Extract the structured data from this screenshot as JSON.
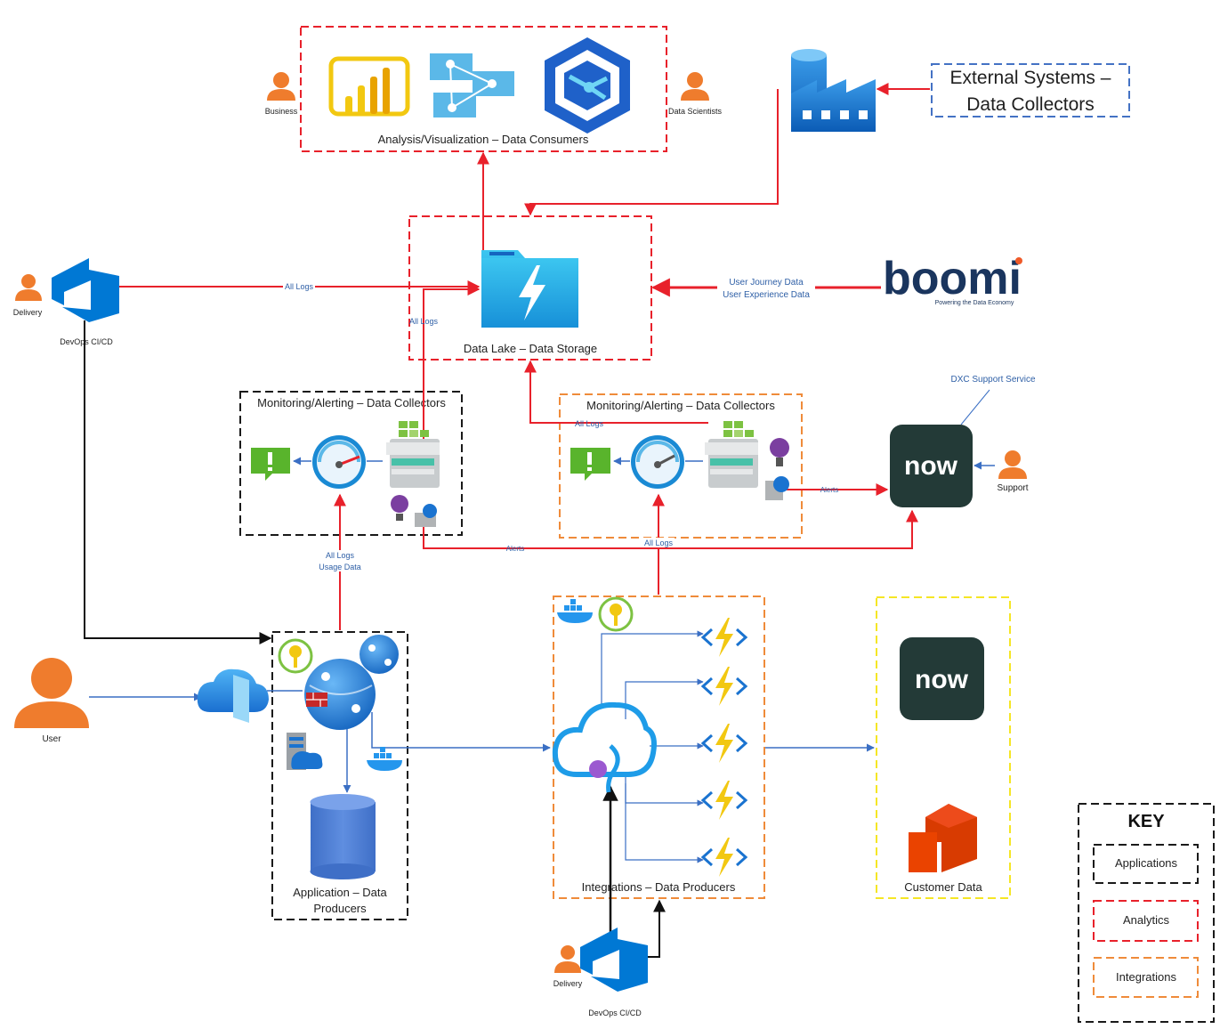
{
  "groups": {
    "analysis": "Analysis/Visualization – Data Consumers",
    "datalake": "Data Lake – Data Storage",
    "monitoring_left": "Monitoring/Alerting – Data Collectors",
    "monitoring_right": "Monitoring/Alerting – Data Collectors",
    "application_line1": "Application – Data",
    "application_line2": "Producers",
    "integrations": "Integrations – Data Producers",
    "customer_data": "Customer Data",
    "external_line1": "External Systems –",
    "external_line2": "Data Collectors"
  },
  "actors": {
    "business": "Business",
    "data_scientists": "Data Scientists",
    "delivery_top": "Delivery",
    "devops_top": "DevOps CI/CD",
    "user": "User",
    "support": "Support",
    "delivery_bottom": "Delivery",
    "devops_bottom": "DevOps CI/CD"
  },
  "services": {
    "dxc_support": "DXC Support Service",
    "boomi_name": "boomi",
    "boomi_tagline": "Powering the Data Economy",
    "now_top": "now",
    "now_bottom": "now"
  },
  "edges": {
    "all_logs_top": "All Logs",
    "all_logs_left_vertical": "All Logs",
    "user_journey": "User Journey Data",
    "user_experience": "User Experience Data",
    "all_logs_right_mon": "All Logs",
    "all_logs_usage_1": "All Logs",
    "all_logs_usage_2": "Usage Data",
    "alerts_bottom": "Alerts",
    "all_logs_integrations": "All Logs",
    "alerts_right": "Alerts"
  },
  "key": {
    "title": "KEY",
    "applications": "Applications",
    "analytics": "Analytics",
    "integrations": "Integrations"
  },
  "colors": {
    "analytics_red": "#e8212b",
    "applications_black": "#1a1a1a",
    "integrations_orange": "#ef8b3a",
    "customer_yellow": "#f5e625",
    "external_blue": "#4472c4",
    "azure_blue": "#0078d4",
    "person_orange": "#ef7c2d",
    "now_dark": "#233a37",
    "boomi_navy": "#1a355e"
  }
}
